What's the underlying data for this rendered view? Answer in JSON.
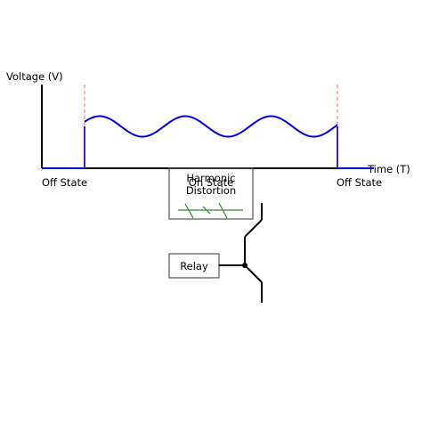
{
  "labels": {
    "y_axis": "Voltage (V)",
    "x_axis": "Time (T)",
    "left_state": "Off State",
    "middle_state": "On State",
    "right_state": "Off State",
    "harmonic_line1": "Harmonic",
    "harmonic_line2": "Distortion",
    "relay": "Relay"
  },
  "colors": {
    "axis": "#000000",
    "waveform": "#0000dd",
    "marker": "#ff6666",
    "distortion": "#2a8a2a",
    "box_border": "#555555"
  }
}
